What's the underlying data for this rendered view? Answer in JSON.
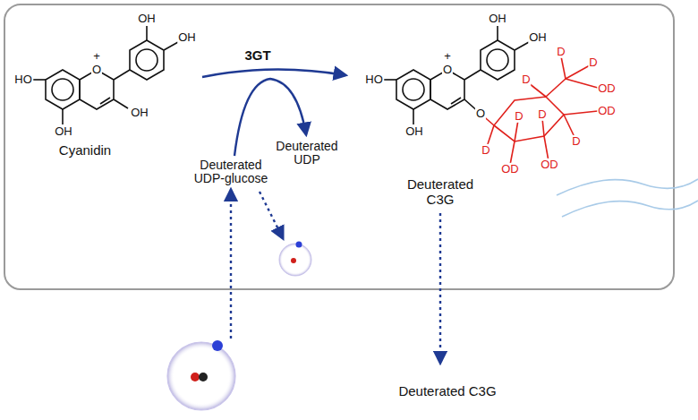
{
  "diagram": {
    "labels": [
      "OH",
      "OH",
      "HO",
      "OH",
      "OH",
      "O",
      "+",
      "Cyanidin",
      "3GT",
      "Deuterated UDP-glucose",
      "Deuterated UDP",
      "OH",
      "OH",
      "HO",
      "OH",
      "O",
      "+",
      "O",
      "D",
      "OD",
      "D",
      "OD",
      "D",
      "D",
      "OD",
      "D",
      "D",
      "D",
      "OD",
      "Deuterated C3G",
      "Deuterated C3G"
    ]
  }
}
